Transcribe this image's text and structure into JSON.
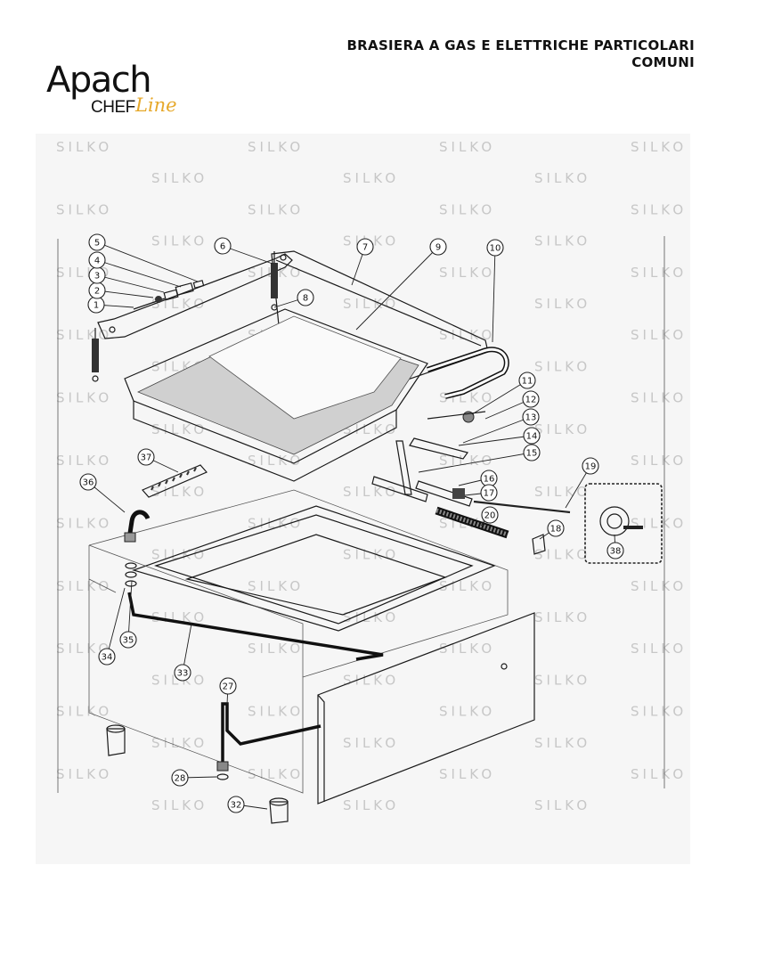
{
  "header": {
    "brand": "Apach",
    "sub_brand_a": "CHEF",
    "sub_brand_b": "Line",
    "title_line1": "BRASIERA A GAS E ELETTRICHE PARTICOLARI",
    "title_line2": "COMUNI"
  },
  "watermark": "SILKO",
  "callouts": [
    "1",
    "2",
    "3",
    "4",
    "5",
    "6",
    "7",
    "8",
    "9",
    "10",
    "11",
    "12",
    "13",
    "14",
    "15",
    "16",
    "17",
    "18",
    "19",
    "20",
    "27",
    "28",
    "32",
    "33",
    "34",
    "35",
    "36",
    "37",
    "38"
  ],
  "colors": {
    "accent": "#e6a82a",
    "line": "#1a1a1a",
    "watermark": "#c7c7c7"
  }
}
